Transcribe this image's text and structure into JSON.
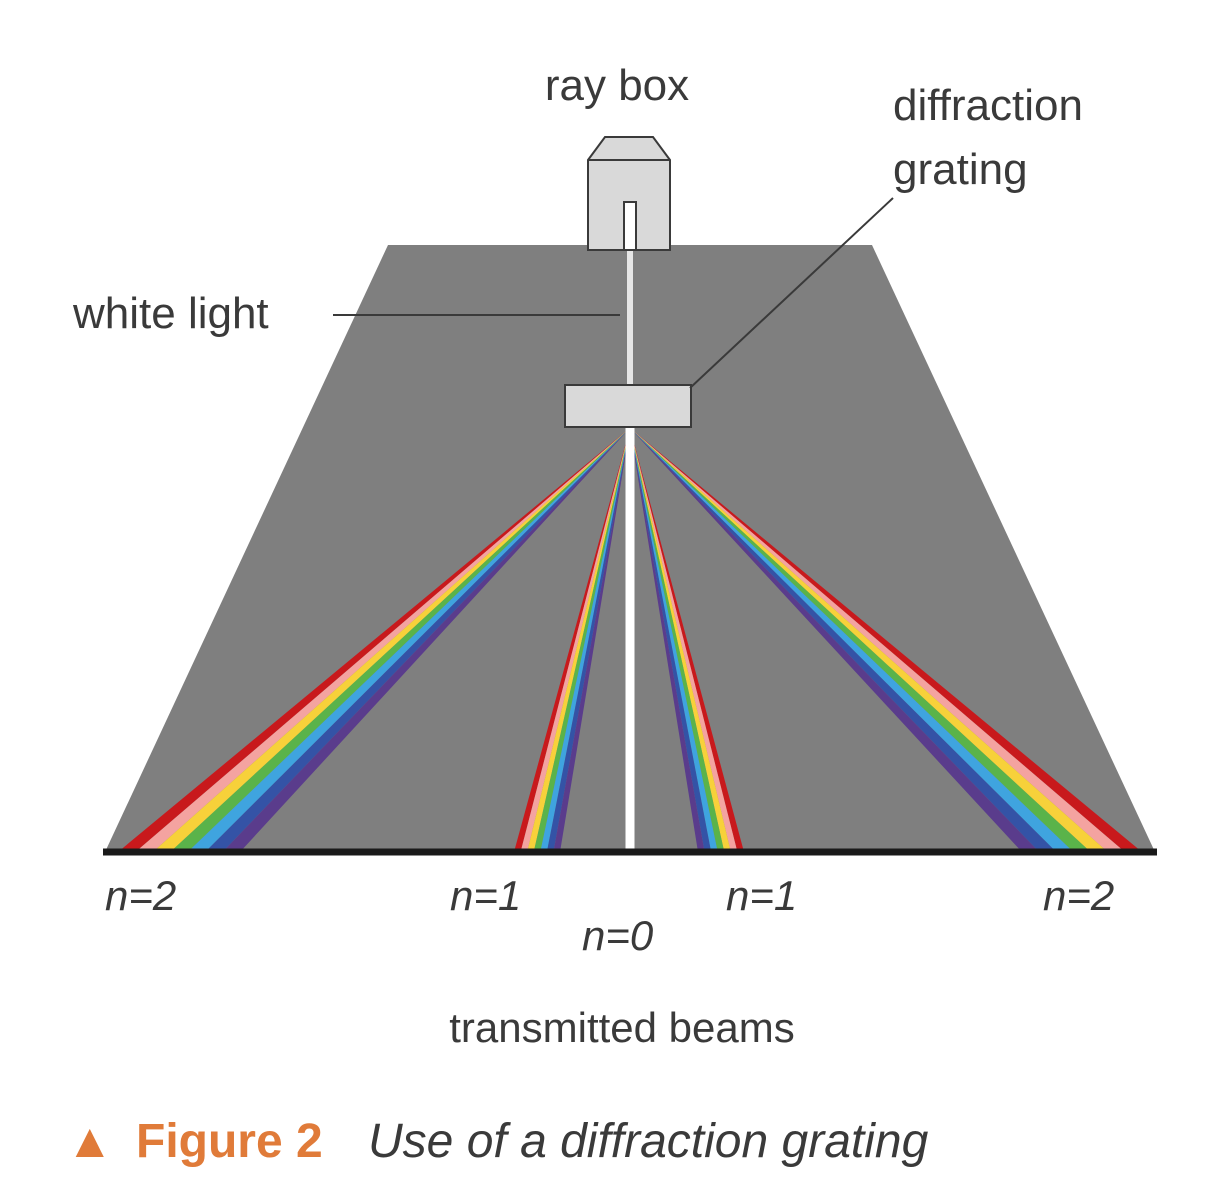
{
  "labels": {
    "ray_box": "ray box",
    "diffraction_line1": "diffraction",
    "diffraction_line2": "grating",
    "white_light": "white light",
    "transmitted_beams": "transmitted beams"
  },
  "orders": {
    "n2_left": "n=2",
    "n1_left": "n=1",
    "n0": "n=0",
    "n1_right": "n=1",
    "n2_right": "n=2"
  },
  "caption": {
    "marker": "▲",
    "figure": "Figure 2",
    "text": "Use of a diffraction grating"
  },
  "colors": {
    "table": "#7f7f7f",
    "baseline": "#1a1a1a",
    "box": "#d9d9d9",
    "caption_accent": "#e07b39",
    "spectrum": [
      "#c8191c",
      "#f4a3a0",
      "#f7d13a",
      "#5ab34a",
      "#3fa4df",
      "#3453a6",
      "#5a3c8c"
    ]
  }
}
